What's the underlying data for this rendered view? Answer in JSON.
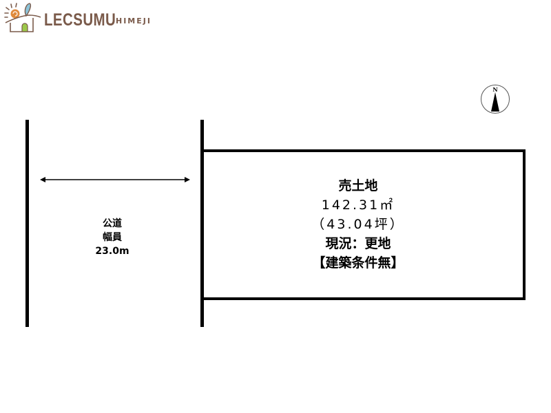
{
  "logo": {
    "brand": "LECSUMU",
    "sub": "HIMEJI",
    "colors": {
      "text": "#7a5a4a",
      "sun": "#e08a3c",
      "drop": "#8cc3d8",
      "door": "#9cc84a"
    }
  },
  "compass": {
    "label": "N",
    "icon": "north-arrow-icon"
  },
  "road": {
    "type_label": "公道",
    "width_label": "幅員",
    "width_value": "23.0m",
    "dimension_icon": "double-arrow-icon"
  },
  "lot": {
    "title": "売土地",
    "area_sqm": "142.31㎡",
    "area_tsubo": "（43.04坪）",
    "status": "現況：更地",
    "condition": "【建築条件無】"
  },
  "colors": {
    "line": "#000000",
    "background": "#ffffff"
  }
}
